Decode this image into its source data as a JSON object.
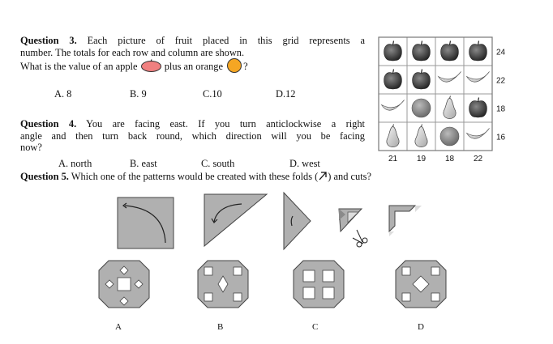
{
  "q3": {
    "number": "Question 3.",
    "line1": "Each picture of fruit placed in this grid represents a",
    "line2": "number. The totals for each row and column are shown.",
    "line3a": "What is the value of an apple",
    "line3b": "plus an orange",
    "line3c": "?",
    "options": [
      "A. 8",
      "B. 9",
      "C.10",
      "D.12"
    ]
  },
  "q4": {
    "number": "Question 4.",
    "line1": "You are facing east. If you turn anticlockwise a right",
    "line2": "angle and then turn back round, which direction will you be facing",
    "line3": "now?",
    "options": [
      "A. north",
      "B. east",
      "C. south",
      "D. west"
    ]
  },
  "q5": {
    "number": "Question 5.",
    "text_a": "Which one of the patterns would be created with these folds (",
    "text_b": ") and cuts?",
    "options": [
      "A",
      "B",
      "C",
      "D"
    ]
  },
  "grid": {
    "rows": [
      [
        "apple",
        "apple",
        "apple",
        "apple"
      ],
      [
        "apple",
        "apple",
        "banana",
        "banana"
      ],
      [
        "banana",
        "orange",
        "pear",
        "apple"
      ],
      [
        "pear",
        "pear",
        "orange",
        "banana"
      ]
    ],
    "row_totals": [
      "24",
      "22",
      "18",
      "16"
    ],
    "col_totals": [
      "21",
      "19",
      "18",
      "22"
    ]
  },
  "colors": {
    "fold_gray": "#b0b0b0",
    "apple_icon": "#f08080",
    "orange_icon": "#f5a623"
  }
}
